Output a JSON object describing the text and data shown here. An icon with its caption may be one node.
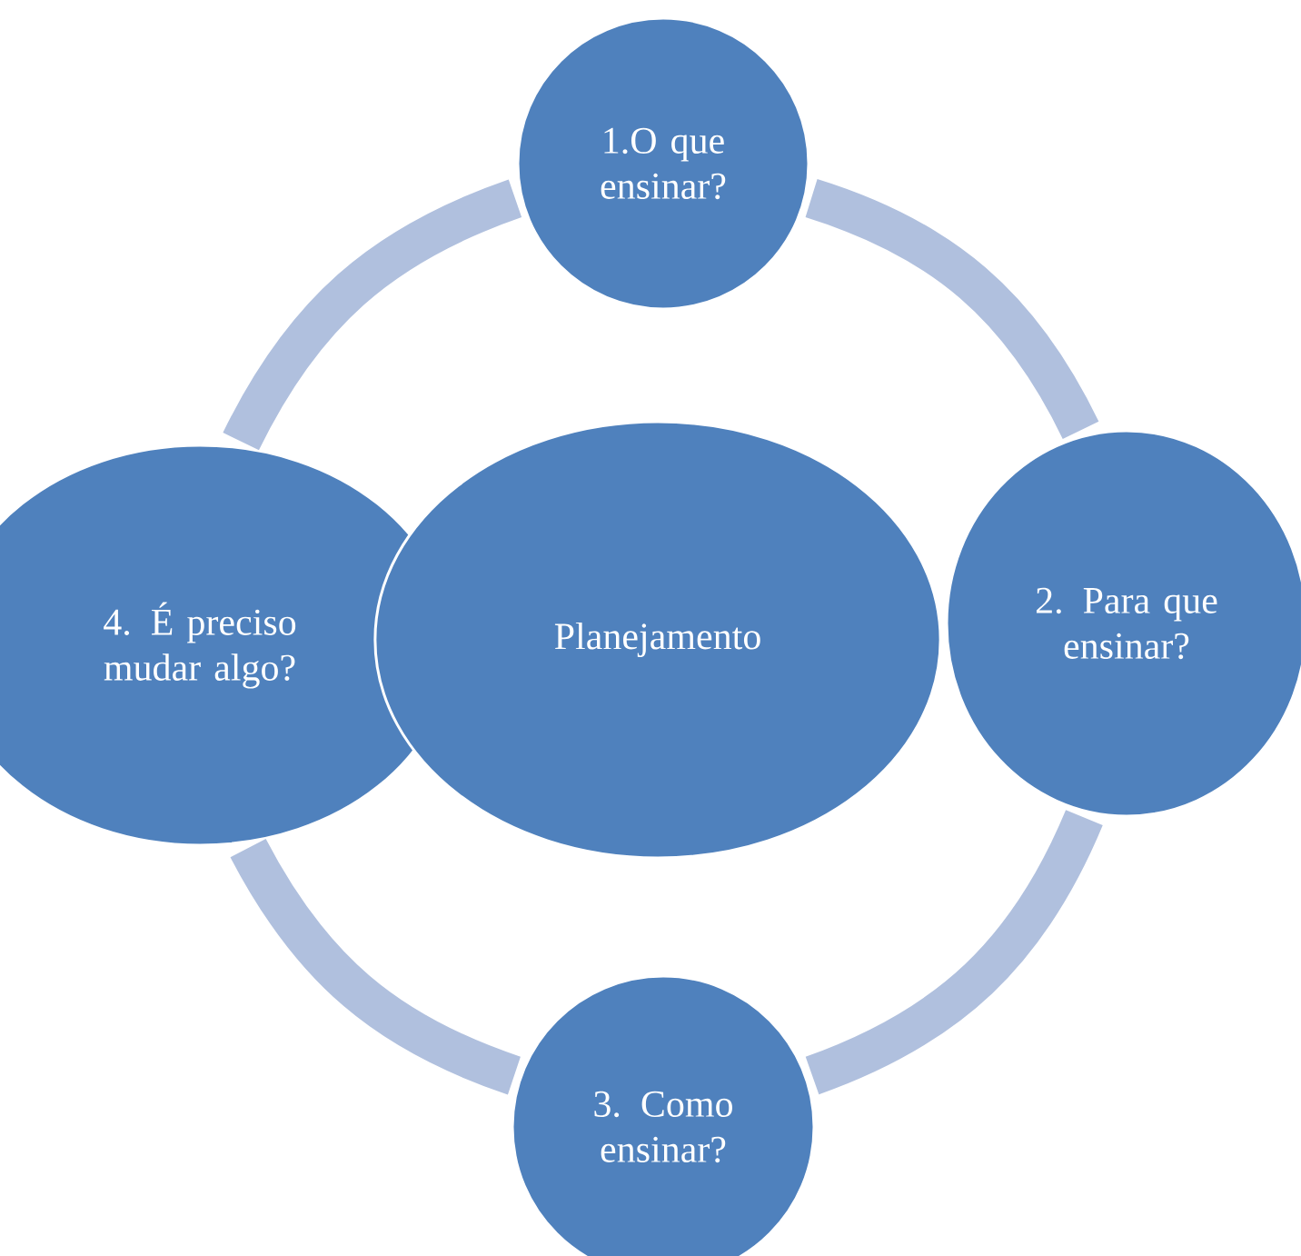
{
  "diagram": {
    "nodes": [
      {
        "text": [
          "1.O que ensinar?"
        ]
      },
      {
        "text": [
          "2. Para que ensinar?"
        ]
      },
      {
        "text": [
          "3. Como ensinar?"
        ]
      },
      {
        "text": [
          "4. É preciso mudar algo?"
        ]
      },
      {
        "text": [
          "Planejamento"
        ]
      }
    ],
    "edges": [
      {
        "from": 0,
        "to": 1,
        "arrow": "none"
      },
      {
        "from": 1,
        "to": 2,
        "arrow": "none"
      },
      {
        "from": 2,
        "to": 3,
        "arrow": "none"
      },
      {
        "from": 3,
        "to": 0,
        "arrow": "none"
      }
    ]
  }
}
